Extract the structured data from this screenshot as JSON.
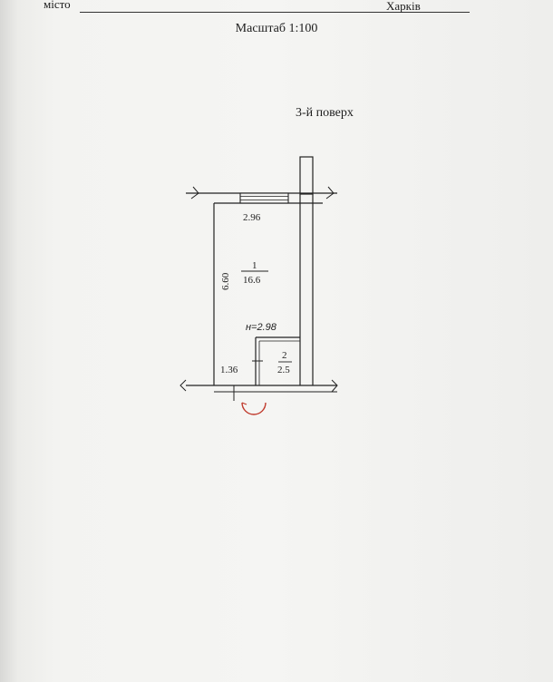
{
  "header": {
    "city_label": "місто",
    "city_value": "Харків"
  },
  "scale_label": "Масштаб 1:100",
  "floor_label": "3-й поверх",
  "plan": {
    "width_top": "2.96",
    "length_left": "6.60",
    "room1_number": "1",
    "room1_area": "16.6",
    "height_note": "н=2.98",
    "room2_number": "2",
    "room2_area": "2.5",
    "width_bottom": "1.36"
  }
}
